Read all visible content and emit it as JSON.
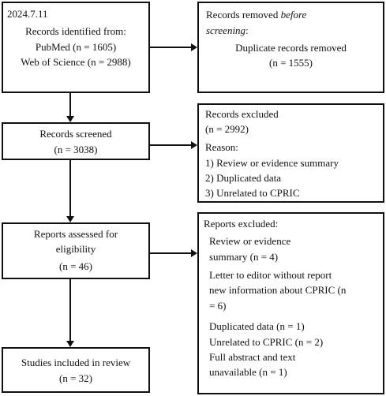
{
  "identification": {
    "date": "2024.7.11",
    "heading": "Records identified from:",
    "pubmed": "PubMed (n = 1605)",
    "wos": "Web of Science (n = 2988)"
  },
  "removed": {
    "heading_prefix": "Records removed ",
    "heading_emphasis": "before",
    "heading_emphasis_2": "screening",
    "heading_suffix": ":",
    "item": "Duplicate records removed",
    "count": "(n = 1555)"
  },
  "screened": {
    "label": "Records screened",
    "count": "(n = 3038)"
  },
  "excluded": {
    "heading": "Records excluded",
    "count": "(n = 2992)",
    "reason_label": "Reason:",
    "reasons": [
      "1) Review or evidence summary",
      "2) Duplicated data",
      "3) Unrelated to CPRIC"
    ]
  },
  "assessed": {
    "line1": "Reports assessed for",
    "line2": "eligibility",
    "count": "(n = 46)"
  },
  "reports_excluded": {
    "heading": "Reports excluded:",
    "item1_line1": "Review or evidence",
    "item1_line2": "summary (n = 4)",
    "item2_line1": "Letter to editor without report",
    "item2_line2": "new information about CPRIC (n",
    "item2_line3": "= 6)",
    "item3": "Duplicated data (n = 1)",
    "item4": "Unrelated to CPRIC (n = 2)",
    "item5_line1": "Full abstract and text",
    "item5_line2": "unavailable (n = 1)"
  },
  "included": {
    "label": "Studies included in review",
    "count": "(n = 32)"
  }
}
